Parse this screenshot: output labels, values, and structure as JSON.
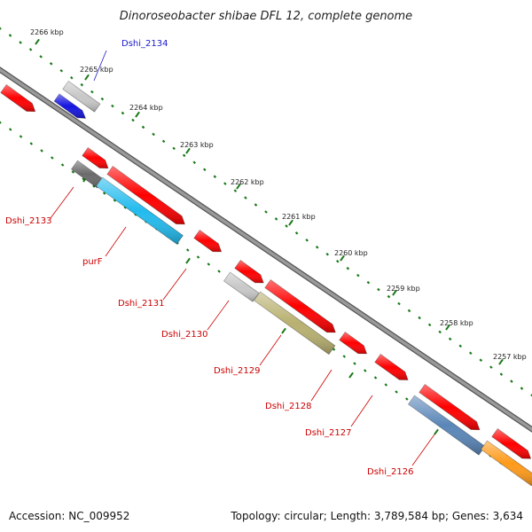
{
  "title": "Dinoroseobacter shibae DFL 12, complete genome",
  "accession": "Accession: NC_009952",
  "summary": "Topology: circular; Length: 3,789,584 bp; Genes: 3,634",
  "scale_labels": [
    "2266 kbp",
    "2265 kbp",
    "2264 kbp",
    "2263 kbp",
    "2262 kbp",
    "2261 kbp",
    "2260 kbp",
    "2259 kbp",
    "2258 kbp",
    "2257 kbp"
  ],
  "gene_labels": [
    {
      "text": "Dshi_2134",
      "color": "#1a1acc"
    },
    {
      "text": "Dshi_2133",
      "color": "#cc0000"
    },
    {
      "text": "purF",
      "color": "#cc0000"
    },
    {
      "text": "Dshi_2131",
      "color": "#cc0000"
    },
    {
      "text": "Dshi_2130",
      "color": "#cc0000"
    },
    {
      "text": "Dshi_2129",
      "color": "#cc0000"
    },
    {
      "text": "Dshi_2128",
      "color": "#cc0000"
    },
    {
      "text": "Dshi_2127",
      "color": "#cc0000"
    },
    {
      "text": "Dshi_2126",
      "color": "#cc0000"
    }
  ],
  "colors": {
    "backbone": "#888888",
    "tick": "#1a7a1a",
    "cds": "#ff0000",
    "blue": "#1515e0",
    "cyan": "#22bbee",
    "olive": "#b8b070",
    "steel": "#5a86b8",
    "orange": "#ff9a1a",
    "grey_light": "#c8c8c8",
    "grey_dark": "#6a6a6a"
  }
}
